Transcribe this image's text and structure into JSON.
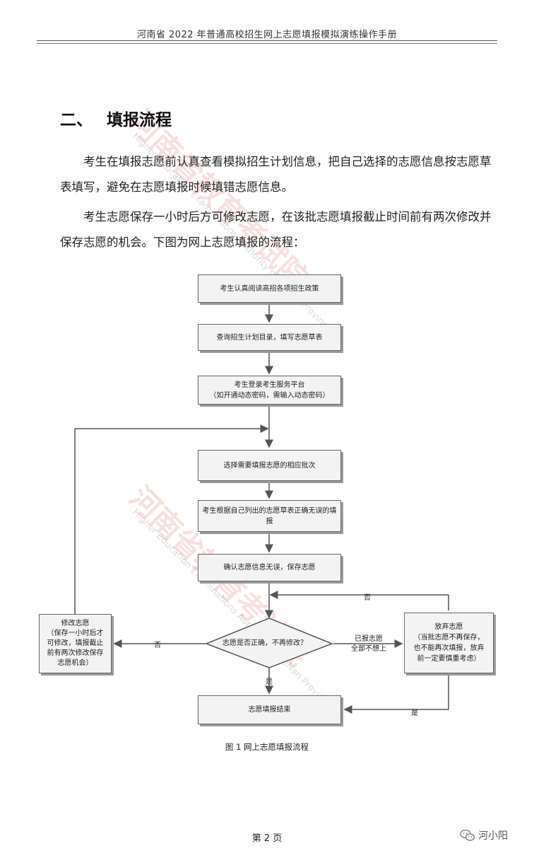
{
  "header": {
    "title": "河南省 2022 年普通高校招生网上志愿填报模拟演练操作手册"
  },
  "section": {
    "number": "二、",
    "title": "填报流程",
    "paragraphs": [
      "考生在填报志愿前认真查看模拟招生计划信息，把自己选择的志愿信息按志愿草表填写，避免在志愿填报时候填错志愿信息。",
      "考生志愿保存一小时后方可修改志愿，在该批志愿填报截止时间前有两次修改并保存志愿的机会。下图为网上志愿填报的流程："
    ]
  },
  "flowchart": {
    "steps": [
      "考生认真阅读高招各项招生政策",
      "查询招生计划目录，填写志愿草表",
      "考生登录考生服务平台",
      "（如开通动态密码，需输入动态密码）",
      "选择需要填报志愿的相应批次",
      "考生根据自己列出的志愿草表正确无误的填报",
      "确认志愿信息无误，保存志愿"
    ],
    "decision": "志愿是否正确，不再修改？",
    "modify": {
      "title": "修改志愿",
      "lines": [
        "（保存一小时后才",
        "可修改，填报截止",
        "前有两次修改保存",
        "志愿机会）"
      ]
    },
    "abandon": {
      "title": "放弃志愿",
      "lines": [
        "（当批志愿不再保存，",
        "也不能再次填报，放弃",
        "前一定要慎重考虑）"
      ]
    },
    "end": "志愿填报结束",
    "labels": {
      "no_left": "否",
      "no_top": "否",
      "yes_down": "是",
      "yes_right": "是",
      "submitted": [
        "已报志愿",
        "全部不想上"
      ]
    }
  },
  "caption": "图 1 网上志愿填报流程",
  "page_number": "第 2 页",
  "logo_text": "河小阳",
  "watermark": {
    "cn": "河南省教育考试院",
    "en": "Higher Education Examinations Authority of HeNan Province"
  }
}
